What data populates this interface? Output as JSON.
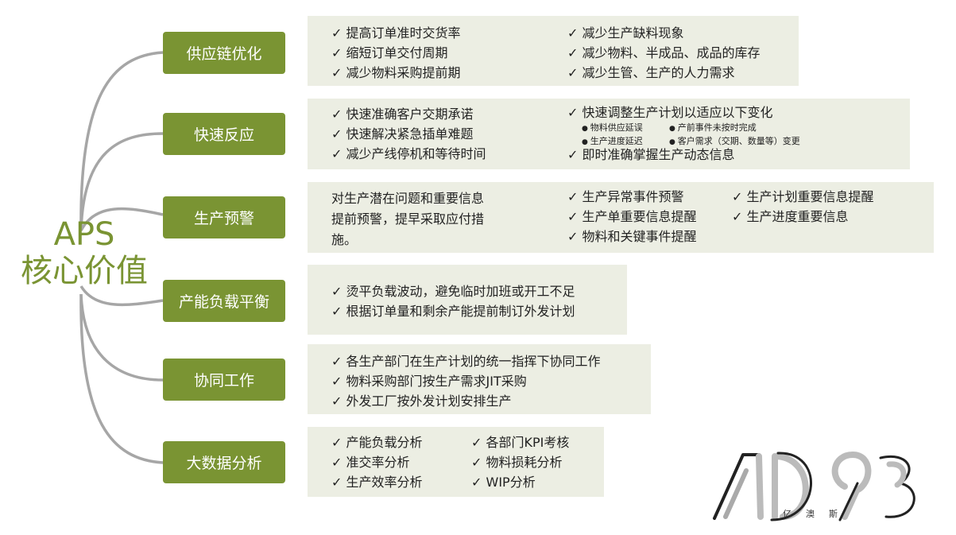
{
  "core": {
    "line1": "APS",
    "line2": "核心价值"
  },
  "colors": {
    "accent": "#7a9433",
    "panel": "#eceee3",
    "branch": "#a6a6a6"
  },
  "nodes": [
    {
      "label": "供应链优化",
      "cols": [
        [
          "提高订单准时交货率",
          "缩短订单交付周期",
          "减少物料采购提前期"
        ],
        [
          "减少生产缺料现象",
          "减少物料、半成品、成品的库存",
          "减少生管、生产的人力需求"
        ]
      ]
    },
    {
      "label": "快速反应",
      "cols": [
        [
          "快速准确客户交期承诺",
          "快速解决紧急插单难题",
          "减少产线停机和等待时间"
        ],
        [
          "快速调整生产计划以适应以下变化",
          "即时准确掌握生产动态信息"
        ]
      ],
      "subs": [
        "物料供应延误",
        "产前事件未按时完成",
        "生产进度延迟",
        "客户需求（交期、数量等）变更"
      ]
    },
    {
      "label": "生产预警",
      "text": "对生产潜在问题和重要信息提前预警，提早采取应付措施。",
      "cols": [
        [],
        [
          "生产异常事件预警",
          "生产单重要信息提醒",
          "物料和关键事件提醒"
        ],
        [
          "生产计划重要信息提醒",
          "生产进度重要信息"
        ]
      ]
    },
    {
      "label": "产能负载平衡",
      "cols": [
        [
          "烫平负载波动，避免临时加班或开工不足",
          "根据订单量和剩余产能提前制订外发计划"
        ]
      ]
    },
    {
      "label": "协同工作",
      "cols": [
        [
          "各生产部门在生产计划的统一指挥下协同工作",
          "物料采购部门按生产需求JIT采购",
          "外发工厂按外发计划安排生产"
        ]
      ]
    },
    {
      "label": "大数据分析",
      "cols": [
        [
          "产能负载分析",
          "准交率分析",
          "生产效率分析"
        ],
        [
          "各部门KPI考核",
          "物料损耗分析",
          "WIP分析"
        ]
      ]
    }
  ],
  "logo": {
    "text": "亿澳斯"
  }
}
